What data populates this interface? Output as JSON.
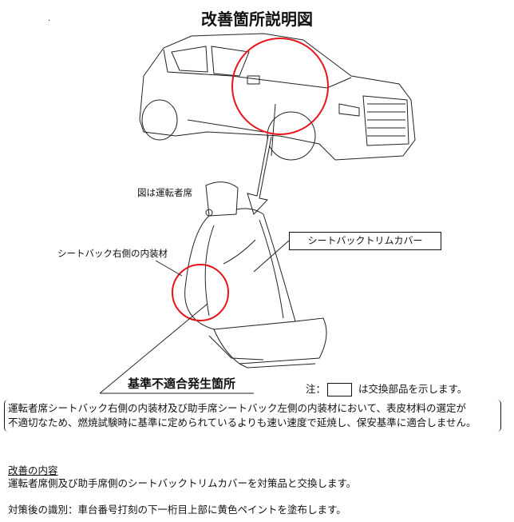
{
  "title": "改善箇所説明図",
  "marker": ".",
  "labels": {
    "driver_seat_note": "図は運転者席",
    "right_inner_material": "シートバック右側の内装材",
    "trim_cover": "シートバックトリムカバー",
    "nonconformity_location": "基準不適合発生箇所",
    "note_prefix": "注：",
    "note_suffix": "は交換部品を示します。"
  },
  "description": {
    "line1": "運転者席シートバック右側の内装材及び助手席シートバック左側の内装材において、表皮材料の選定が",
    "line2": "不適切なため、燃焼試験時に基準に定められているよりも速い速度で延焼し、保安基準に適合しません。"
  },
  "improvement": {
    "heading": "改善の内容",
    "text": "運転者席側及び助手席側のシートバックトリムカバーを対策品と交換します。"
  },
  "identification": "対策後の識別：車台番号打刻の下一桁目上部に黄色ペイントを塗布します。",
  "colors": {
    "highlight_circle": "#e8141c"
  }
}
